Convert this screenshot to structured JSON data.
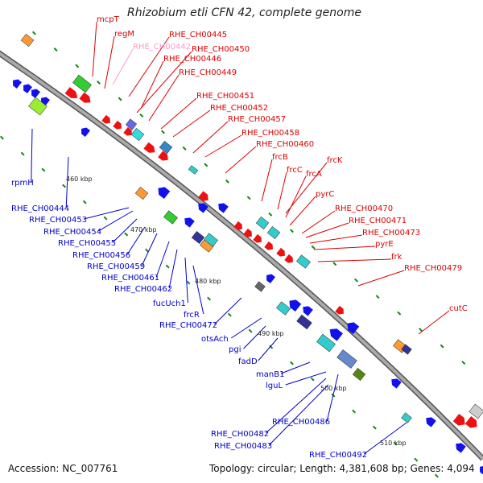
{
  "title": "Rhizobium etli CFN 42, complete genome",
  "footer": {
    "accession": "Accession: NC_007761",
    "topology": "Topology: circular; Length: 4,381,608 bp; Genes: 4,094"
  },
  "colors": {
    "backbone": "#888888",
    "forward_label": "#dd0000",
    "reverse_label": "#0000cc",
    "pseudo_label": "#ff99cc",
    "forward_gene": "#ee1111",
    "reverse_gene": "#1111ee",
    "tick_dot": "#118811"
  },
  "ticks": [
    "460 kbp",
    "470 kbp",
    "480 kbp",
    "490 kbp",
    "500 kbp",
    "510 kbp"
  ],
  "forward_labels": [
    "mcpT",
    "regM",
    "RHE_CH00445",
    "RHE_CH00442",
    "RHE_CH00450",
    "RHE_CH00446",
    "RHE_CH00449",
    "RHE_CH00451",
    "RHE_CH00452",
    "RHE_CH00457",
    "RHE_CH00458",
    "RHE_CH00460",
    "frcB",
    "frcK",
    "frcC",
    "frcA",
    "pyrC",
    "RHE_CH00470",
    "RHE_CH00471",
    "RHE_CH00473",
    "pyrE",
    "frk",
    "RHE_CH00479",
    "cutC"
  ],
  "reverse_labels": [
    "rpmH",
    "RHE_CH00444",
    "RHE_CH00453",
    "RHE_CH00454",
    "RHE_CH00455",
    "RHE_CH00456",
    "RHE_CH00459",
    "RHE_CH00461",
    "RHE_CH00462",
    "fucUch1",
    "frcR",
    "RHE_CH00472",
    "otsAch",
    "pgi",
    "fadD",
    "manB1",
    "lguL",
    "RHE_CH00486",
    "RHE_CH00482",
    "RHE_CH00483",
    "RHE_CH00492"
  ]
}
